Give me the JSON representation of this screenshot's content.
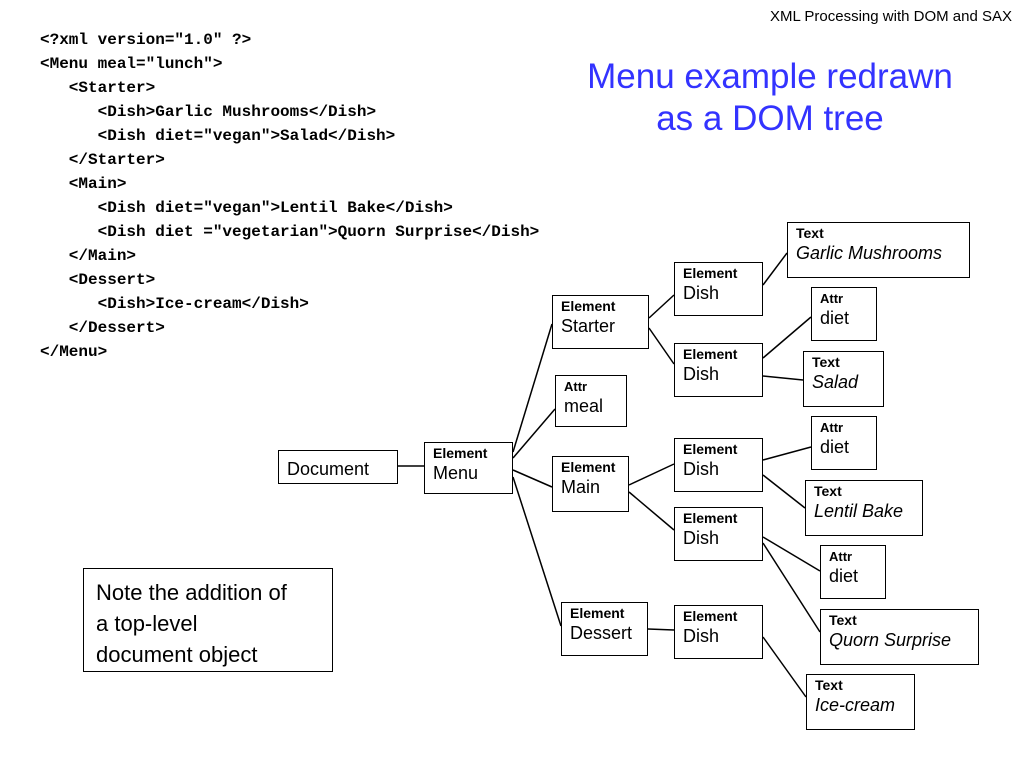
{
  "header": {
    "text": "XML Processing with DOM and SAX"
  },
  "title": {
    "line1": "Menu example redrawn",
    "line2": "as a DOM tree"
  },
  "code_lines": [
    "<?xml version=\"1.0\" ?>",
    "<Menu meal=\"lunch\">",
    "   <Starter>",
    "      <Dish>Garlic Mushrooms</Dish>",
    "      <Dish diet=\"vegan\">Salad</Dish>",
    "   </Starter>",
    "   <Main>",
    "      <Dish diet=\"vegan\">Lentil Bake</Dish>",
    "      <Dish diet =\"vegetarian\">Quorn Surprise</Dish>",
    "   </Main>",
    "   <Dessert>",
    "      <Dish>Ice-cream</Dish>",
    "   </Dessert>",
    "</Menu>"
  ],
  "note": {
    "line1": "Note the addition of",
    "line2": "a top-level",
    "line3": "document object"
  },
  "nodes": {
    "document": {
      "value": "Document"
    },
    "menu": {
      "label": "Element",
      "value": "Menu"
    },
    "starter": {
      "label": "Element",
      "value": "Starter"
    },
    "meal": {
      "label": "Attr",
      "value": "meal"
    },
    "main": {
      "label": "Element",
      "value": "Main"
    },
    "dessert": {
      "label": "Element",
      "value": "Dessert"
    },
    "dish1": {
      "label": "Element",
      "value": "Dish"
    },
    "dish2": {
      "label": "Element",
      "value": "Dish"
    },
    "dish3": {
      "label": "Element",
      "value": "Dish"
    },
    "dish4": {
      "label": "Element",
      "value": "Dish"
    },
    "dish5": {
      "label": "Element",
      "value": "Dish"
    },
    "text_garlic": {
      "label": "Text",
      "value": "Garlic Mushrooms"
    },
    "attr_diet1": {
      "label": "Attr",
      "value": "diet"
    },
    "text_salad": {
      "label": "Text",
      "value": "Salad"
    },
    "attr_diet2": {
      "label": "Attr",
      "value": "diet"
    },
    "text_lentil": {
      "label": "Text",
      "value": "Lentil Bake"
    },
    "attr_diet3": {
      "label": "Attr",
      "value": "diet"
    },
    "text_quorn": {
      "label": "Text",
      "value": "Quorn Surprise"
    },
    "text_icecream": {
      "label": "Text",
      "value": "Ice-cream"
    }
  },
  "colors": {
    "title": "#3333ff",
    "line": "#000000"
  }
}
